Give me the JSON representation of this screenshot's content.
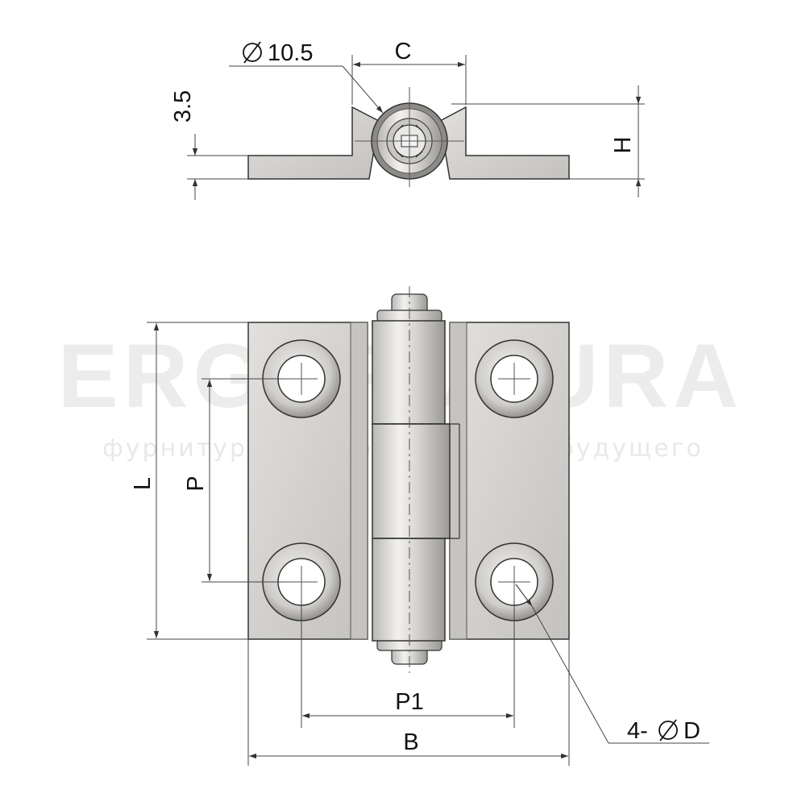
{
  "watermark": {
    "brand": "ERGOFUTURA",
    "tagline": "фурнитура для оборудования будущего"
  },
  "dimensions": {
    "diameter_pin": "10.5",
    "C": "C",
    "H": "H",
    "thickness": "3.5",
    "L": "L",
    "P": "P",
    "P1": "P1",
    "B": "B",
    "holes": "4-",
    "hole_d": "D"
  },
  "colors": {
    "leaf_fill": "#d8d6d3",
    "leaf_dark": "#b9b7b4",
    "outline": "#333333",
    "dim_line": "#444444"
  }
}
